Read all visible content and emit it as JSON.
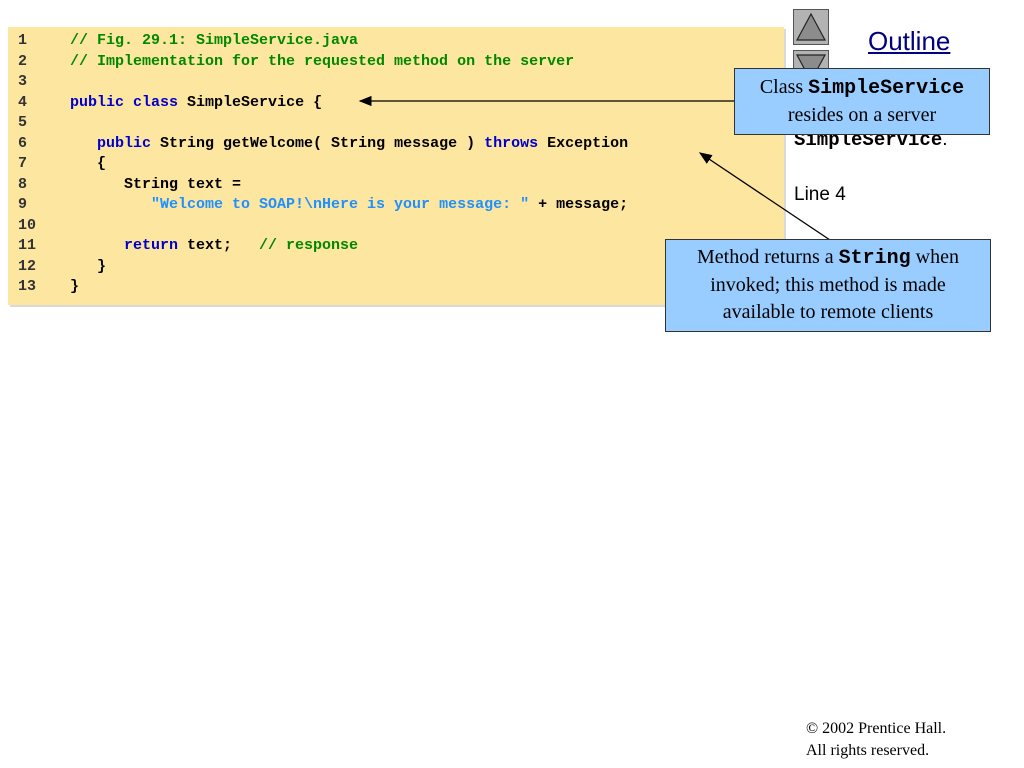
{
  "code_panel": {
    "lines": [
      {
        "num": "1",
        "indent": "",
        "parts": [
          {
            "t": "// Fig. 29.1: SimpleService.java",
            "c": "cm"
          }
        ]
      },
      {
        "num": "2",
        "indent": "",
        "parts": [
          {
            "t": "// Implementation for the requested method on the server",
            "c": "cm"
          }
        ]
      },
      {
        "num": "3",
        "indent": "",
        "parts": []
      },
      {
        "num": "4",
        "indent": "",
        "parts": [
          {
            "t": "public",
            "c": "kw"
          },
          {
            "t": " "
          },
          {
            "t": "class",
            "c": "kw"
          },
          {
            "t": " SimpleService {"
          }
        ]
      },
      {
        "num": "5",
        "indent": "",
        "parts": []
      },
      {
        "num": "6",
        "indent": "   ",
        "parts": [
          {
            "t": "public",
            "c": "kw"
          },
          {
            "t": " String getWelcome( String message ) "
          },
          {
            "t": "throws",
            "c": "kw"
          },
          {
            "t": " Exception"
          }
        ]
      },
      {
        "num": "7",
        "indent": "   ",
        "parts": [
          {
            "t": "{"
          }
        ]
      },
      {
        "num": "8",
        "indent": "      ",
        "parts": [
          {
            "t": "String text ="
          }
        ]
      },
      {
        "num": "9",
        "indent": "         ",
        "parts": [
          {
            "t": "\"Welcome to SOAP!\\nHere is your message: \"",
            "c": "st"
          },
          {
            "t": " + message;"
          }
        ]
      },
      {
        "num": "10",
        "indent": "",
        "parts": []
      },
      {
        "num": "11",
        "indent": "      ",
        "parts": [
          {
            "t": "return",
            "c": "kw"
          },
          {
            "t": " text;   "
          },
          {
            "t": "// response",
            "c": "cm"
          }
        ]
      },
      {
        "num": "12",
        "indent": "   ",
        "parts": [
          {
            "t": "}"
          }
        ]
      },
      {
        "num": "13",
        "indent": "",
        "parts": [
          {
            "t": "}"
          }
        ]
      }
    ]
  },
  "sidebar": {
    "outline_label": "Outline",
    "class_name": "SimpleService",
    "class_suffix": ".",
    "line_ref": "Line 4"
  },
  "callouts": {
    "class_callout": {
      "prefix": "Class ",
      "mono": "SimpleService",
      "rest": "resides on a server"
    },
    "method_callout": {
      "prefix": "Method returns a ",
      "mono": "String",
      "suffix": " when",
      "line2": "invoked; this method is made",
      "line3": "available to remote clients"
    }
  },
  "footer": {
    "copyright_line1": "© 2002 Prentice Hall.",
    "copyright_line2": "All rights reserved."
  },
  "colors": {
    "code_background": "#fde6a0",
    "keyword": "#0000cc",
    "comment": "#008800",
    "string": "#1e90ff",
    "callout_background": "#99ccff"
  },
  "icons": {
    "up": "triangle-up-icon",
    "down": "triangle-down-icon"
  }
}
